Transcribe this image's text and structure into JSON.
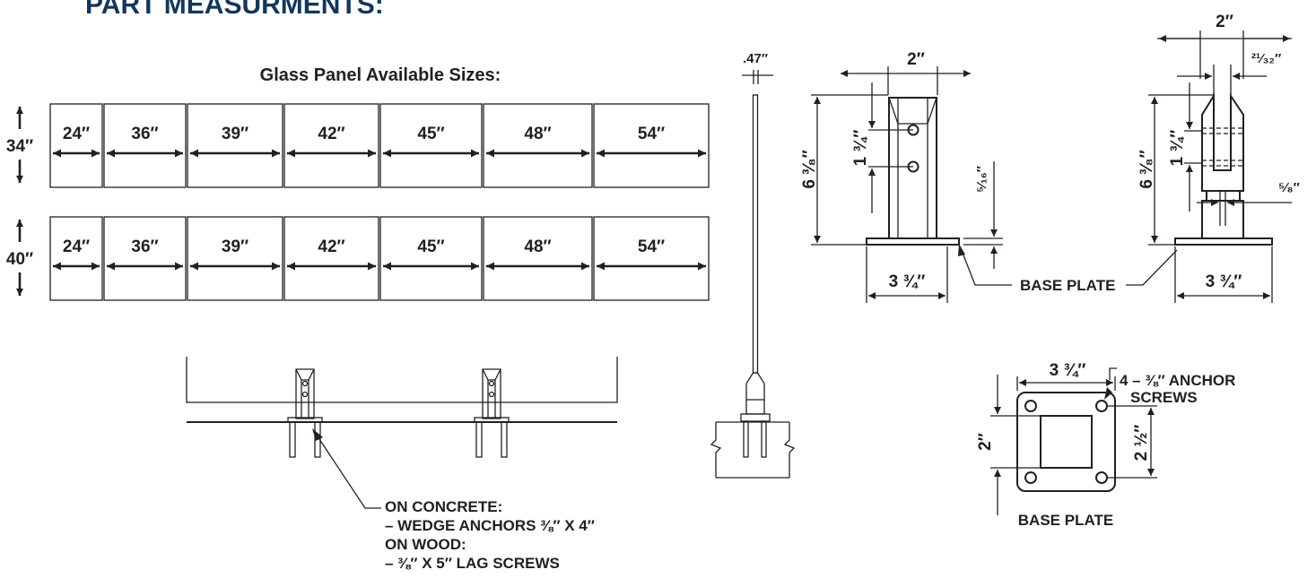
{
  "colors": {
    "heading": "#14365d",
    "ink": "#231f20"
  },
  "heading": "PART MEASURMENTS:",
  "panel_section": {
    "title": "Glass Panel Available Sizes:",
    "heights": [
      "34″",
      "40″"
    ],
    "widths": [
      "24″",
      "36″",
      "39″",
      "42″",
      "45″",
      "48″",
      "54″"
    ]
  },
  "glass_thickness": ".47″",
  "front_view": {
    "top_width": "2″",
    "height": "6 ³⁄₈″",
    "hole_spacing": "1 ¾″",
    "plate_thickness": "⁵⁄₁₆″",
    "base_width": "3 ¾″",
    "base_plate_label": "BASE PLATE"
  },
  "side_view": {
    "top_width": "2″",
    "slot_width": "²¹⁄₃₂″",
    "height": "6 ³⁄₈″",
    "hole_spacing": "1 ¾″",
    "glass_gap": "⁵⁄₈″",
    "base_width": "3 ¾″"
  },
  "base_plate_top": {
    "width": "3 ¾″",
    "depth": "2″",
    "hole_spacing": "2 ½″",
    "anchor_note_1": "4 – ⅜″ ANCHOR",
    "anchor_note_2": "SCREWS",
    "label": "BASE PLATE"
  },
  "install_note": [
    "ON CONCRETE:",
    "– WEDGE ANCHORS ⅜″ X 4″",
    "ON WOOD:",
    "– ⅜″ X 5″ LAG SCREWS"
  ]
}
